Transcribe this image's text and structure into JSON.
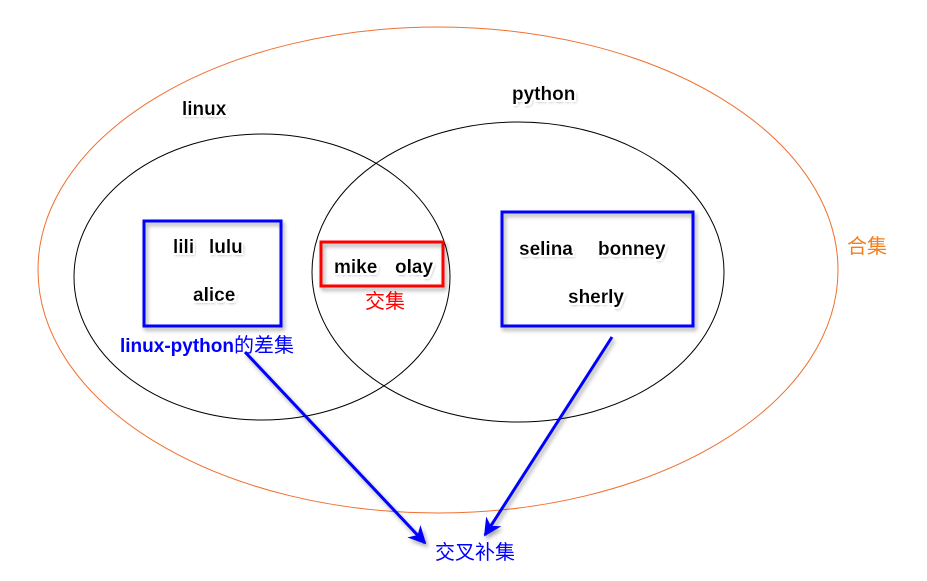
{
  "sets": {
    "linux_label": "linux",
    "python_label": "python",
    "union_label": "合集",
    "intersection_label": "交集",
    "difference_label_latin": "linux-python",
    "difference_label_cjk": "的差集",
    "symmetric_difference_label": "交叉补集"
  },
  "members": {
    "linux_only": [
      "lili",
      "lulu",
      "alice"
    ],
    "intersection": [
      "mike",
      "olay"
    ],
    "python_only": [
      "selina",
      "bonney",
      "sherly"
    ]
  },
  "colors": {
    "union": "#f07030",
    "circle": "#000000",
    "difference": "#0000ff",
    "intersection": "#ff0000",
    "union_text": "#f08020"
  }
}
